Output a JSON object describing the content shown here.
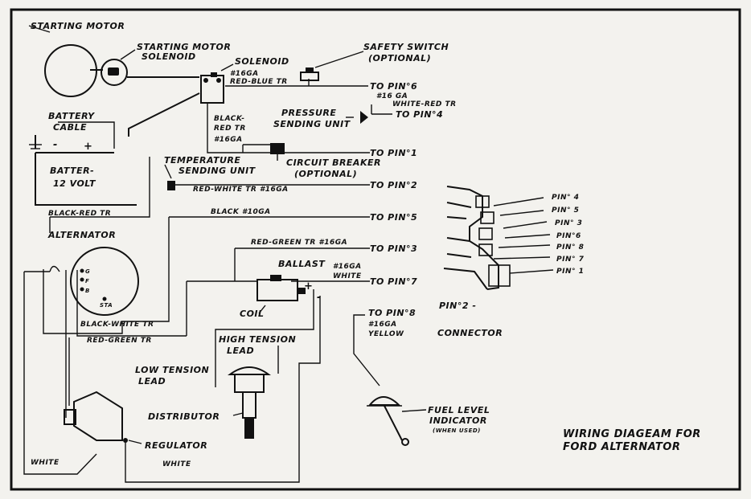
{
  "title": {
    "line1": "WIRING DIAGEAM FOR",
    "line2": "FORD ALTERNATOR"
  },
  "components": {
    "starting_motor": "STARTING MOTOR",
    "starting_motor_solenoid_1": "STARTING MOTOR",
    "starting_motor_solenoid_2": "SOLENOID",
    "solenoid": "SOLENOID",
    "safety_switch_1": "SAFETY SWITCH",
    "safety_switch_2": "(OPTIONAL)",
    "pressure_sender_1": "PRESSURE",
    "pressure_sender_2": "SENDING UNIT",
    "battery_cable_1": "BATTERY",
    "battery_cable_2": "CABLE",
    "battery_1": "BATTER-",
    "battery_2": "12 VOLT",
    "battery_minus": "-",
    "battery_plus": "+",
    "temp_sender_1": "TEMPERATURE",
    "temp_sender_2": "SENDING UNIT",
    "circuit_breaker_1": "CIRCUIT BREAKER",
    "circuit_breaker_2": "(OPTIONAL)",
    "alternator": "ALTERNATOR",
    "alt_g": "G",
    "alt_f": "F",
    "alt_b": "B",
    "alt_sta": "STA",
    "ballast": "BALLAST",
    "coil": "COIL",
    "coil_plus": "+",
    "coil_minus": "-",
    "high_tension_1": "HIGH TENSION",
    "high_tension_2": "LEAD",
    "low_tension_1": "LOW TENSION",
    "low_tension_2": "LEAD",
    "distributor": "DISTRIBUTOR",
    "regulator": "REGULATOR",
    "fuel_level_1": "FUEL LEVEL",
    "fuel_level_2": "INDICATOR",
    "fuel_level_3": "(WHEN USED)",
    "connector_pin": "PIN°2 -",
    "connector": "CONNECTOR"
  },
  "wires": {
    "red_blue": "RED-BLUE TR",
    "red_blue_gauge": "#16GA",
    "white_red": "WHITE-RED TR",
    "white_red_gauge": "#16 GA",
    "black_red": "BLACK-",
    "black_red_2": "RED TR",
    "black_red_3": "#16GA",
    "red_white": "RED-WHITE TR #16GA",
    "black_red_tr": "BLACK-RED TR",
    "black_10": "BLACK #10GA",
    "red_green_16": "RED-GREEN TR #16GA",
    "ballast_gauge": "#16GA",
    "ballast_white": "WHITE",
    "black_white": "BLACK-WHITE TR",
    "red_green_tr": "RED-GREEN TR",
    "yellow_gauge": "#16GA",
    "yellow": "YELLOW",
    "white_1": "WHITE",
    "white_2": "WHITE"
  },
  "pins": {
    "to_pin_6": "TO PIN°6",
    "to_pin_4": "TO PIN°4",
    "to_pin_1": "TO PIN°1",
    "to_pin_2": "TO PIN°2",
    "to_pin_5": "TO PIN°5",
    "to_pin_3": "TO PIN°3",
    "to_pin_7": "TO PIN°7",
    "to_pin_8": "TO PIN°8"
  },
  "connector_pins": [
    "PIN° 4",
    "PIN° 5",
    "PIN° 3",
    "PIN°6",
    "PIN° 8",
    "PIN° 7",
    "PIN° 1"
  ]
}
